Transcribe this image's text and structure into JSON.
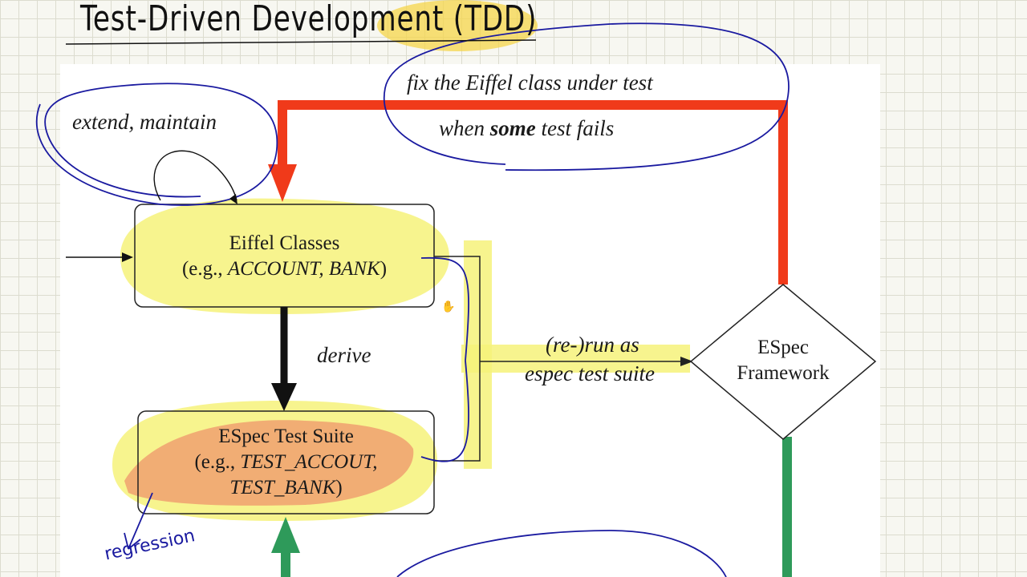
{
  "slide": {
    "title": "Test-Driven Development (TDD)",
    "fix_label": "fix the Eiffel class under test",
    "when_prefix": "when ",
    "when_bold": "some",
    "when_suffix": " test fails",
    "extend_label": "extend, maintain",
    "derive_label": "derive",
    "rerun_line1": "(re-)run as",
    "rerun_line2": "espec test suite",
    "eiffel_box": {
      "line1": "Eiffel Classes",
      "line2_prefix": "(e.g., ",
      "line2_italic": "ACCOUNT, BANK",
      "line2_suffix": ")"
    },
    "espec_box": {
      "line1": "ESpec Test Suite",
      "line2_prefix": "(e.g., ",
      "line2_italic": "TEST_ACCOUT,",
      "line3_italic": "TEST_BANK",
      "line3_suffix": ")"
    },
    "framework": {
      "line1": "ESpec",
      "line2": "Framework"
    },
    "handwritten_note": "regression"
  },
  "colors": {
    "fail_arrow": "#f03a1a",
    "pass_arrow": "#2e9a5a",
    "highlight_yellow": "#f6f27a",
    "highlight_orange": "#f0a070",
    "ink_blue": "#1a1aa0"
  }
}
